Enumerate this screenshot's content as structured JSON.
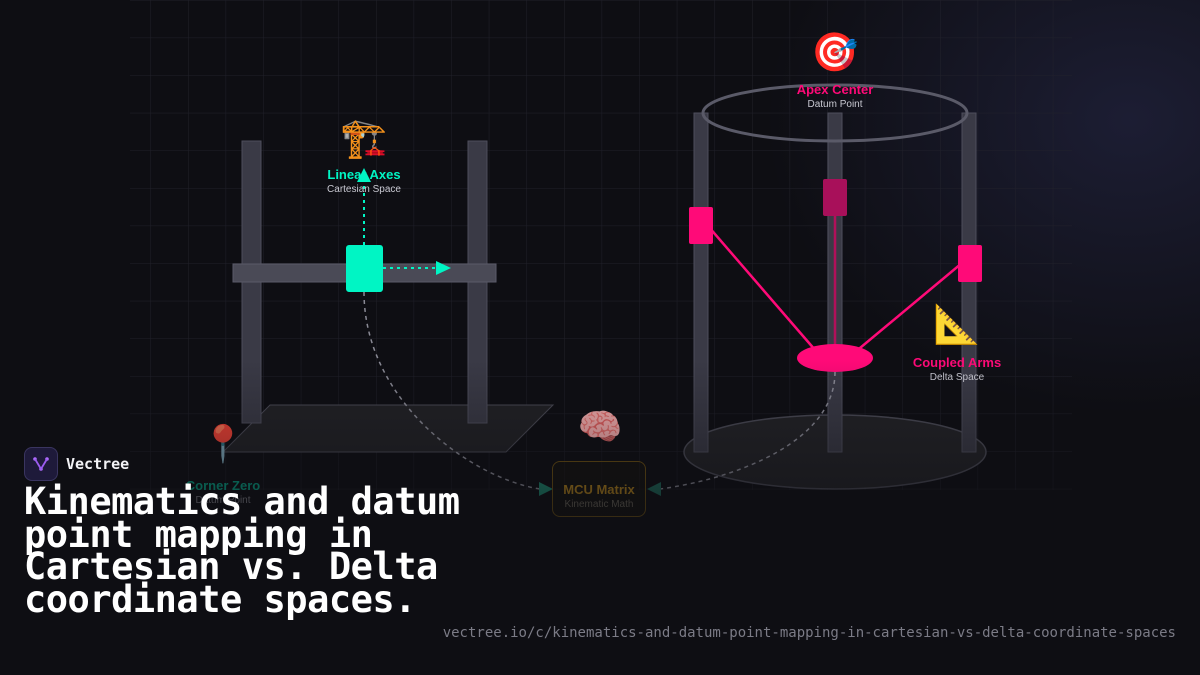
{
  "brand": {
    "name": "Vectree"
  },
  "headline": "Kinematics and datum point mapping in Cartesian vs. Delta coordinate spaces.",
  "url": "vectree.io/c/kinematics-and-datum-point-mapping-in-cartesian-vs-delta-coordinate-spaces",
  "nodes": {
    "linear_axes": {
      "icon": "🏗️",
      "title": "Linear Axes",
      "subtitle": "Cartesian Space"
    },
    "corner_zero": {
      "icon": "📍",
      "title": "Corner Zero",
      "subtitle": "Datum Point"
    },
    "mcu": {
      "icon": "🧠",
      "title": "MCU Matrix",
      "subtitle": "Kinematic Math"
    },
    "apex_center": {
      "icon": "🎯",
      "title": "Apex Center",
      "subtitle": "Datum Point"
    },
    "coupled_arms": {
      "icon": "📐",
      "title": "Coupled Arms",
      "subtitle": "Delta Space"
    }
  },
  "colors": {
    "cartesian_accent": "#00f5c4",
    "delta_accent": "#ff0a78",
    "mcu_accent": "#b7861b",
    "frame": "#3a3a46"
  }
}
